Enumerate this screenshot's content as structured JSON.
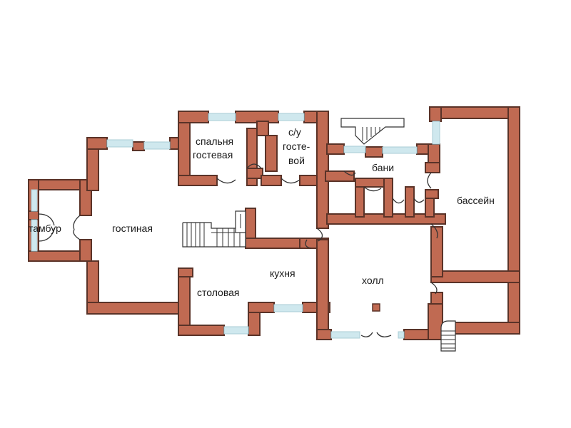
{
  "plan": {
    "rooms": {
      "tambur": "тамбур",
      "gostinaya": "гостиная",
      "spalnya_line1": "спальня",
      "spalnya_line2": "гостевая",
      "su_line1": "с/у",
      "su_line2": "госте-",
      "su_line3": "вой",
      "bani": "бани",
      "basseyn": "бассейн",
      "kuhnya": "кухня",
      "stolovaya": "столовая",
      "holl": "холл"
    },
    "colors": {
      "wall": "#c06a52",
      "window": "#cfe8ee",
      "background": "#ffffff"
    }
  }
}
